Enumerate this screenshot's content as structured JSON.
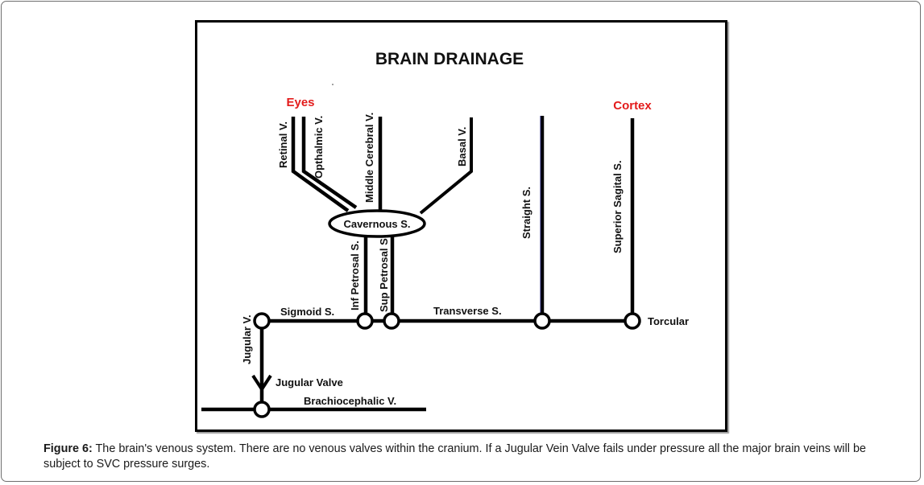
{
  "figure": {
    "title": "BRAIN DRAINAGE",
    "regions": {
      "eyes": "Eyes",
      "cortex": "Cortex"
    },
    "veins": {
      "retinal": "Retinal V.",
      "opthalmic": "Opthalmic V.",
      "middle_cerebral": "Middle Cerebral V.",
      "basal": "Basal V.",
      "cavernous": "Cavernous S.",
      "inf_petrosal": "Inf Petrosal S.",
      "sup_petrosal": "Sup Petrosal S.",
      "straight": "Straight S.",
      "superior_sagital": "Superior Sagital S.",
      "sigmoid": "Sigmoid S.",
      "transverse": "Transverse S.",
      "torcular": "Torcular",
      "jugular": "Jugular V.",
      "jugular_valve": "Jugular Valve",
      "brachiocephalic": "Brachiocephalic V."
    },
    "colors": {
      "region_label": "#e31b1b",
      "line": "#000000",
      "straight_sinus_accent": "#1a1a6e"
    }
  },
  "caption": {
    "label": "Figure 6:",
    "text": " The brain's venous system. There are no venous valves within the cranium. If a Jugular Vein Valve fails under pressure all the major brain veins will be subject to SVC pressure surges."
  }
}
